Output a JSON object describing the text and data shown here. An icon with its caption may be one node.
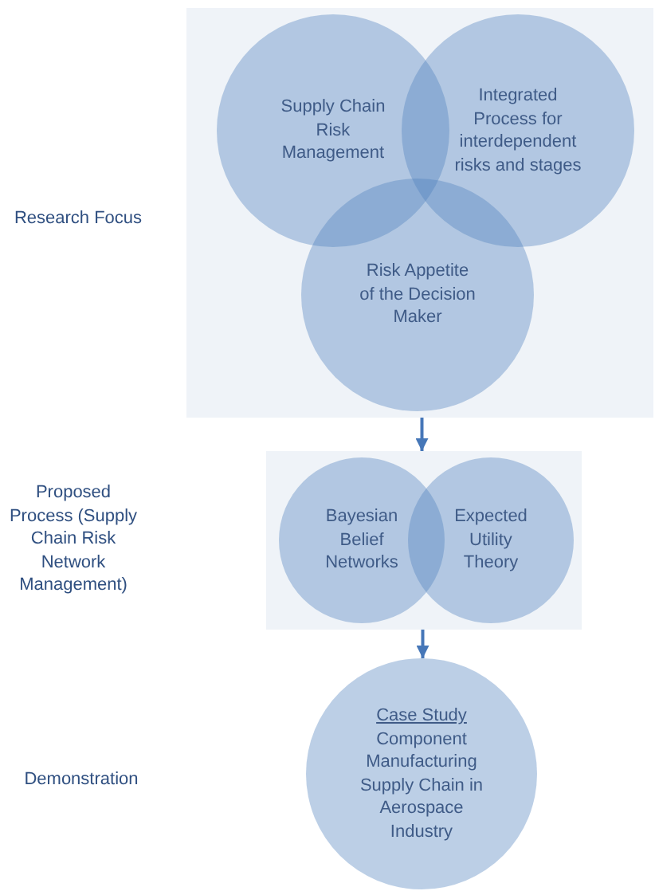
{
  "diagram": {
    "nodes": [
      {
        "text": [],
        "shape": "box"
      },
      {
        "text": [
          "Supply Chain Risk Management"
        ],
        "in": 0
      },
      {
        "text": [
          "Integrated Process for interdependent risks and stages"
        ],
        "in": 0
      },
      {
        "text": [
          "Risk Appetite of the Decision Maker"
        ],
        "in": 0
      },
      {
        "text": [],
        "shape": "box"
      },
      {
        "text": [
          "Bayesian Belief Networks"
        ],
        "in": 4
      },
      {
        "text": [
          "Expected Utility Theory"
        ],
        "in": 4
      },
      {
        "text": [
          "Case Study",
          "Component Manufacturing Supply Chain in Aerospace Industry"
        ]
      }
    ],
    "edges": [
      {
        "from": 0,
        "to": 4,
        "arrow": "to"
      },
      {
        "from": 4,
        "to": 7,
        "arrow": "to"
      }
    ],
    "labels": [
      "Research Focus",
      "Proposed Process (Supply Chain Risk Network Management)",
      "Demonstration"
    ]
  }
}
